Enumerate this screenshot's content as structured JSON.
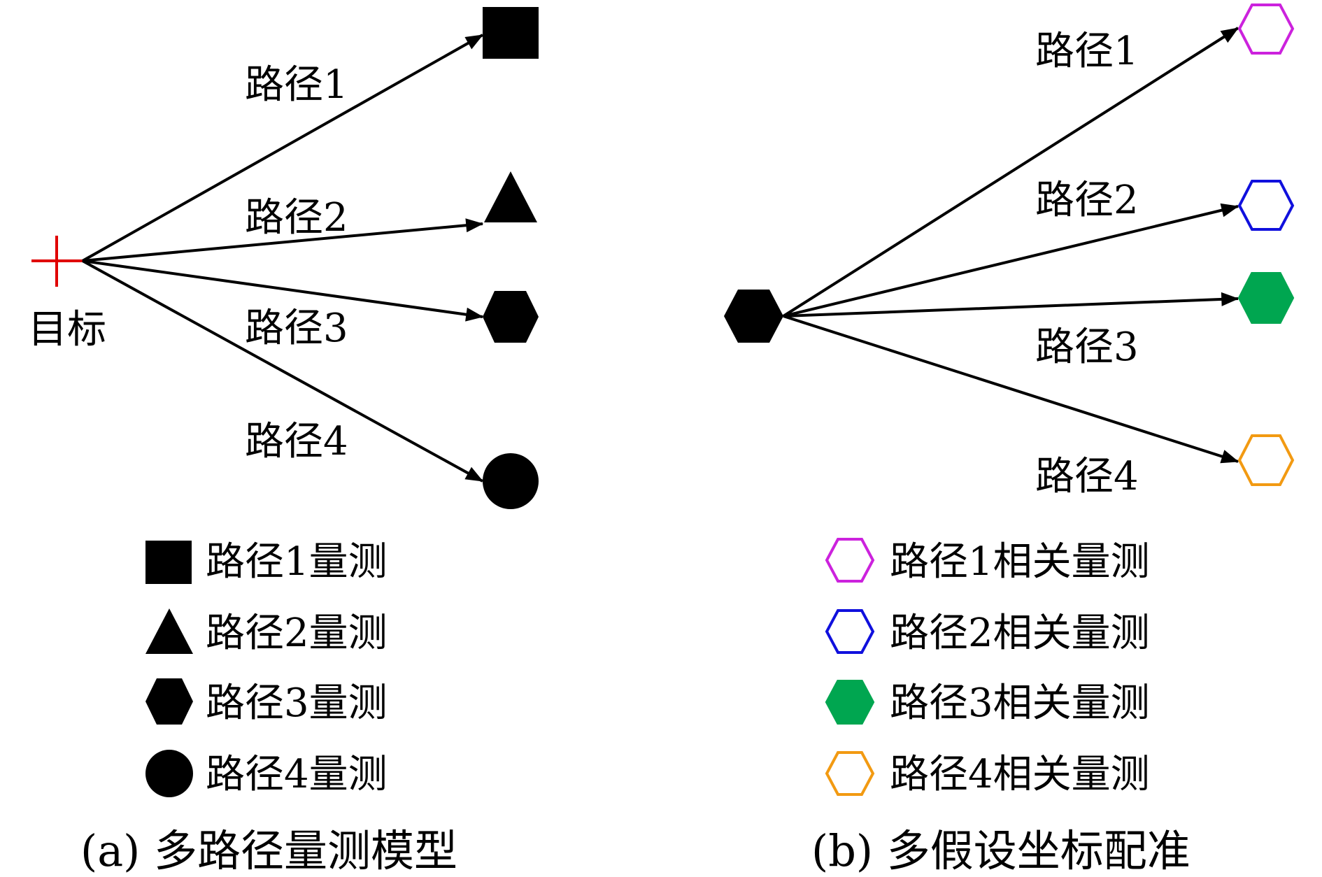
{
  "panel_a": {
    "target_label": "目标",
    "target_color": "#e00000",
    "paths": [
      {
        "label": "路径1"
      },
      {
        "label": "路径2"
      },
      {
        "label": "路径3"
      },
      {
        "label": "路径4"
      }
    ],
    "legend": [
      {
        "label": "路径1量测",
        "marker": "square"
      },
      {
        "label": "路径2量测",
        "marker": "triangle"
      },
      {
        "label": "路径3量测",
        "marker": "hexagon"
      },
      {
        "label": "路径4量测",
        "marker": "circle"
      }
    ],
    "caption": "(a) 多路径量测模型"
  },
  "panel_b": {
    "paths": [
      {
        "label": "路径1",
        "color": "#cc22dd",
        "filled": false
      },
      {
        "label": "路径2",
        "color": "#1010dd",
        "filled": false
      },
      {
        "label": "路径3",
        "color": "#00a650",
        "filled": true
      },
      {
        "label": "路径4",
        "color": "#f29a12",
        "filled": false
      }
    ],
    "legend": [
      {
        "label": "路径1相关量测"
      },
      {
        "label": "路径2相关量测"
      },
      {
        "label": "路径3相关量测"
      },
      {
        "label": "路径4相关量测"
      }
    ],
    "caption": "(b) 多假设坐标配准"
  }
}
